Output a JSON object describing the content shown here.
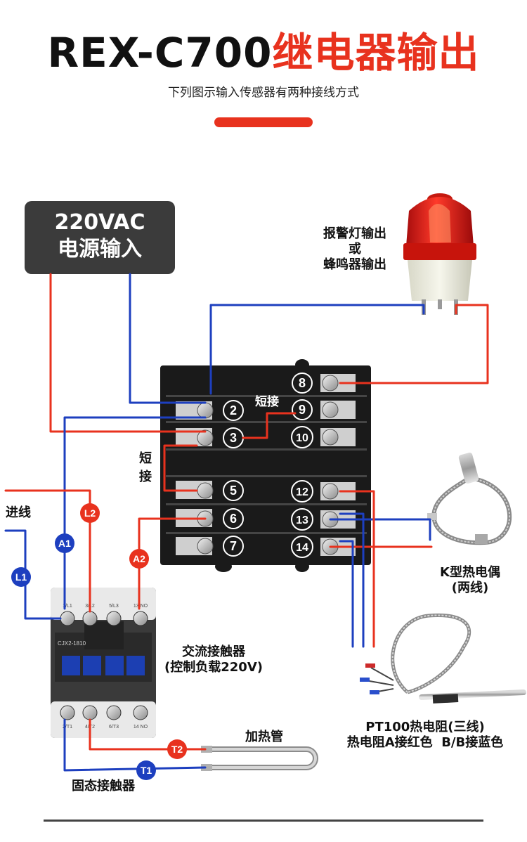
{
  "header": {
    "model": "REX-C700",
    "title_rest": "继电器输出",
    "subtitle": "下列图示输入传感器有两种接线方式"
  },
  "power_input": {
    "line1": "220VAC",
    "line2": "电源输入"
  },
  "alarm": {
    "line1": "报警灯输出",
    "line2": "或",
    "line3": "蜂鸣器输出"
  },
  "terminals": {
    "left": [
      "2",
      "3",
      "5",
      "6",
      "7"
    ],
    "right": [
      "8",
      "9",
      "10",
      "12",
      "13",
      "14"
    ]
  },
  "labels": {
    "short_top": "短接",
    "short_side_1": "短",
    "short_side_2": "接",
    "incoming": "进线",
    "k_thermocouple": "K型热电偶",
    "two_wire": "(两线)",
    "ac_contactor": "交流接触器",
    "ac_contactor_note": "(控制负载220V)",
    "pt100": "PT100热电阻(三线)",
    "pt100_note": "热电阻A接红色  B/B接蓝色",
    "heater": "加热管",
    "ssr": "固态接触器"
  },
  "badges": {
    "L1": "L1",
    "L2": "L2",
    "A1": "A1",
    "A2": "A2",
    "T1": "T1",
    "T2": "T2"
  },
  "contactor": {
    "model": "CJX2-1810",
    "top_terms": [
      "1/L1",
      "3/L2",
      "5/L3",
      "13 NO"
    ],
    "bottom_terms": [
      "2/T1",
      "4/T2",
      "6/T3",
      "14 NO"
    ]
  },
  "colors": {
    "red_wire": "#e8321e",
    "blue_wire": "#1d3fbf",
    "accent": "#e8321e",
    "dark_box": "#3b3b3b"
  }
}
